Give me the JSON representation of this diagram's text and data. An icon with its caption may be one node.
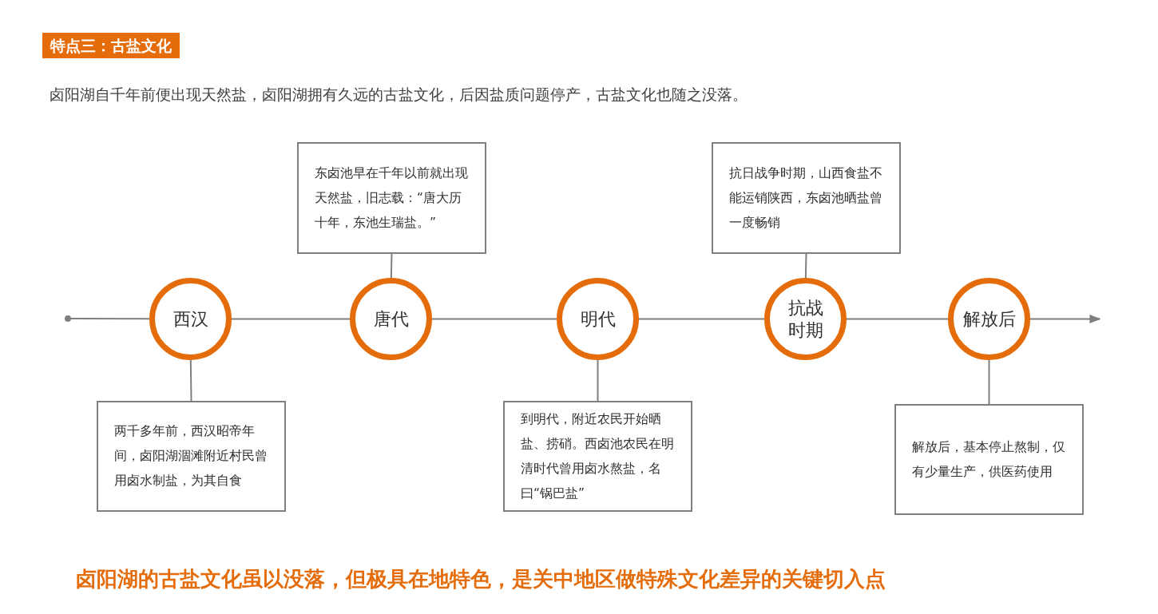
{
  "diagram": {
    "title": "特点三：古盐文化",
    "nodes": [
      {
        "text": [],
        "shape": "circle"
      },
      {
        "text": [
          "西汉"
        ]
      },
      {
        "text": [
          "唐代"
        ]
      },
      {
        "text": [
          "明代"
        ]
      },
      {
        "text": [
          "抗战时期"
        ]
      },
      {
        "text": [
          "解放后"
        ]
      },
      {
        "text": [
          "两千多年前，西汉昭帝年间，卤阳湖涸滩附近村民曾用卤水制盐，为其自食"
        ]
      },
      {
        "text": [
          "东卤池早在千年以前就出现天然盐，旧志载：“唐大历十年，东池生瑞盐。”"
        ]
      },
      {
        "text": [
          "到明代，附近农民开始晒盐、捞硝。西卤池农民在明清时代曾用卤水熬盐，名曰“锅巴盐”"
        ]
      },
      {
        "text": [
          "抗日战争时期，山西食盐不能运销陕西，东卤池晒盐曾一度畅销"
        ]
      },
      {
        "text": [
          "解放后，基本停止熬制，仅有少量生产，供医药使用"
        ]
      }
    ],
    "edges": [
      {
        "from": 0,
        "to": 1,
        "arrow": "none"
      },
      {
        "from": 1,
        "to": 2,
        "arrow": "none"
      },
      {
        "from": 2,
        "to": 3,
        "arrow": "none"
      },
      {
        "from": 3,
        "to": 4,
        "arrow": "none"
      },
      {
        "from": 4,
        "to": 5,
        "arrow": "none"
      },
      {
        "from": 5,
        "to": null,
        "arrow": "to"
      },
      {
        "from": 1,
        "to": 6,
        "arrow": "none"
      },
      {
        "from": 2,
        "to": 7,
        "arrow": "none"
      },
      {
        "from": 3,
        "to": 8,
        "arrow": "none"
      },
      {
        "from": 4,
        "to": 9,
        "arrow": "none"
      },
      {
        "from": 5,
        "to": 10,
        "arrow": "none"
      }
    ],
    "labels": [
      "卤阳湖自千年前便出现天然盐，卤阳湖拥有久远的古盐文化，后因盐质问题停产，古盐文化也随之没落。"
    ],
    "caption": "卤阳湖的古盐文化虽以没落，但极具在地特色，是关中地区做特殊文化差异的关键切入点"
  }
}
